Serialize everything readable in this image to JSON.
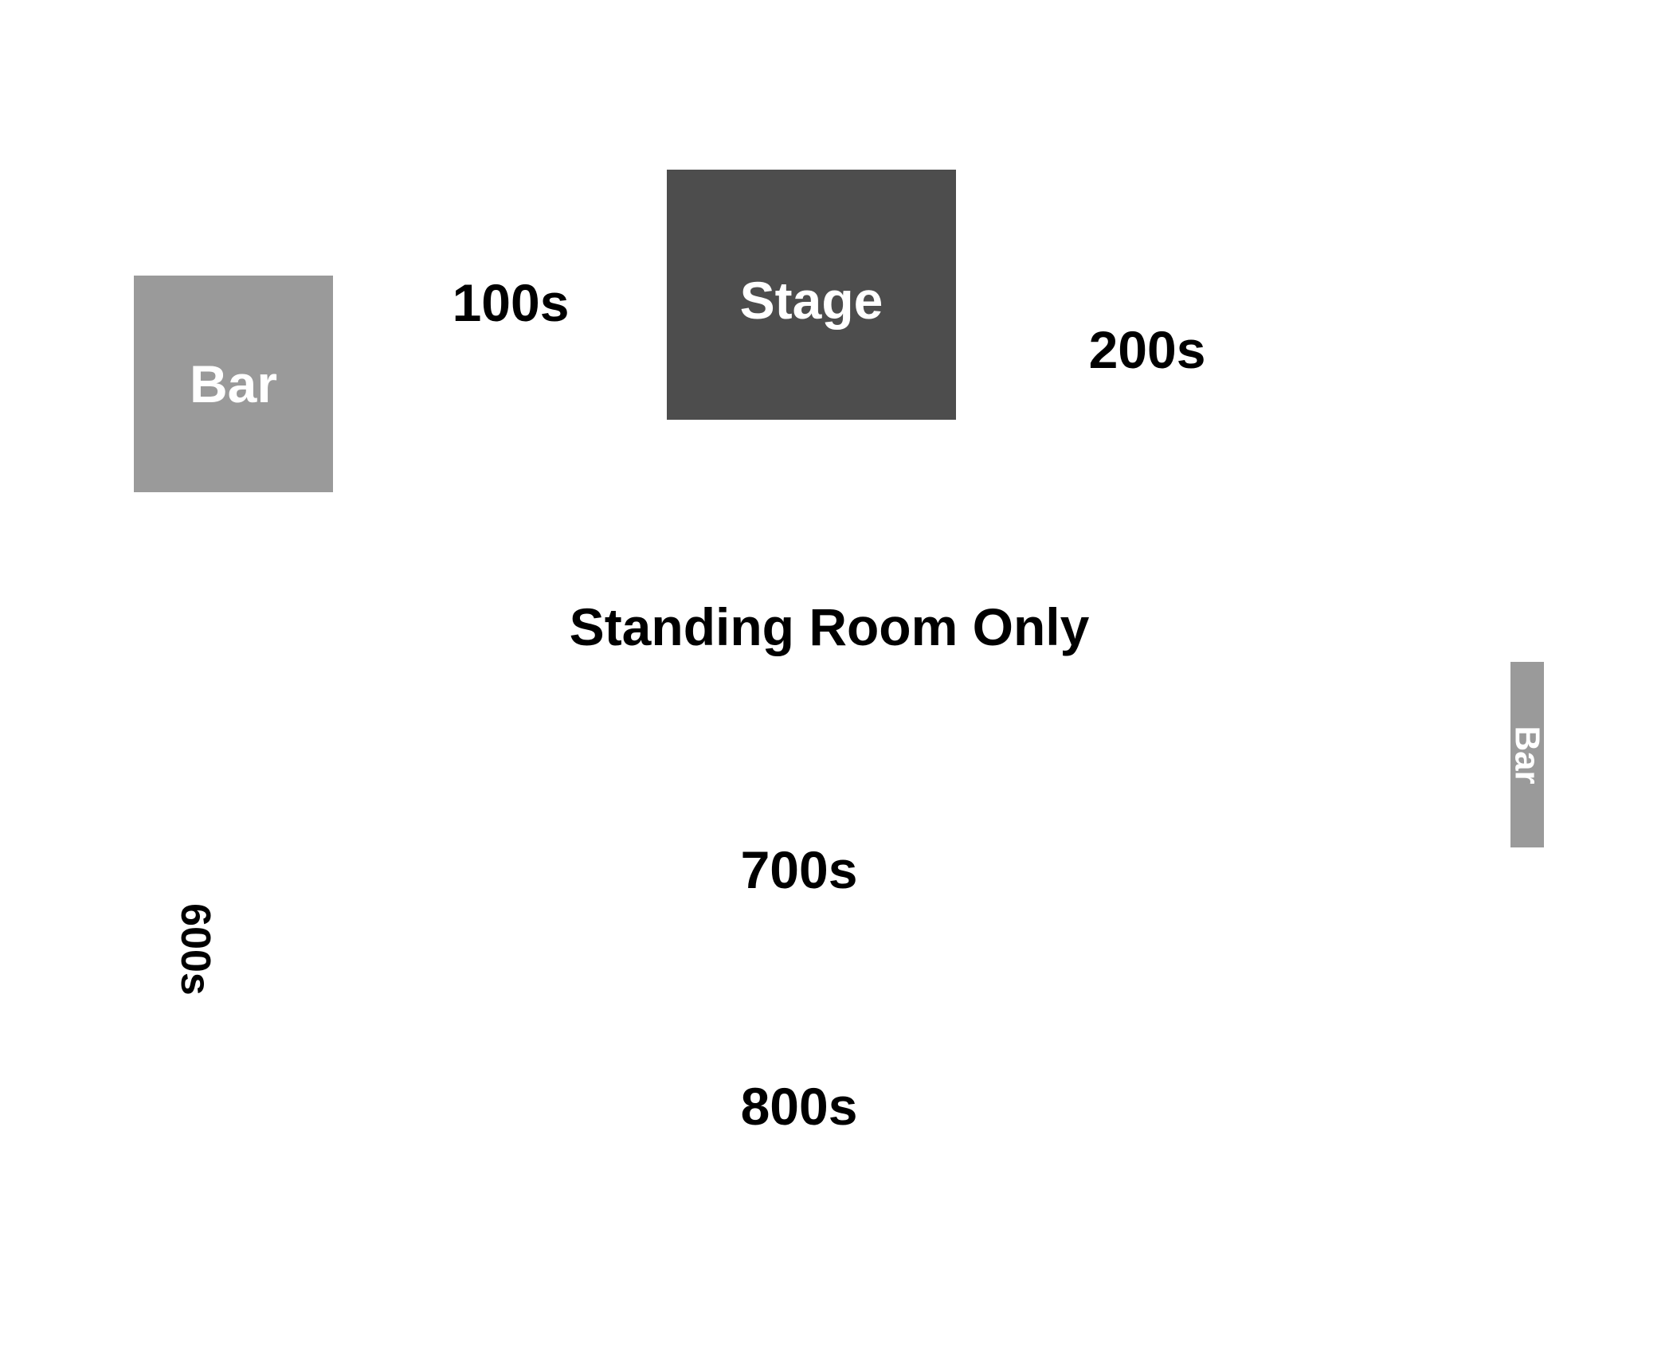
{
  "areas": {
    "bar_left": {
      "label": "Bar",
      "color": "#9a9a9a"
    },
    "stage": {
      "label": "Stage",
      "color": "#4d4d4d"
    },
    "bar_right": {
      "label": "Bar",
      "color": "#9a9a9a"
    }
  },
  "sections": {
    "s100": "100s",
    "s200": "200s",
    "standing": "Standing Room Only",
    "s600": "600s",
    "s700": "700s",
    "s800": "800s"
  }
}
